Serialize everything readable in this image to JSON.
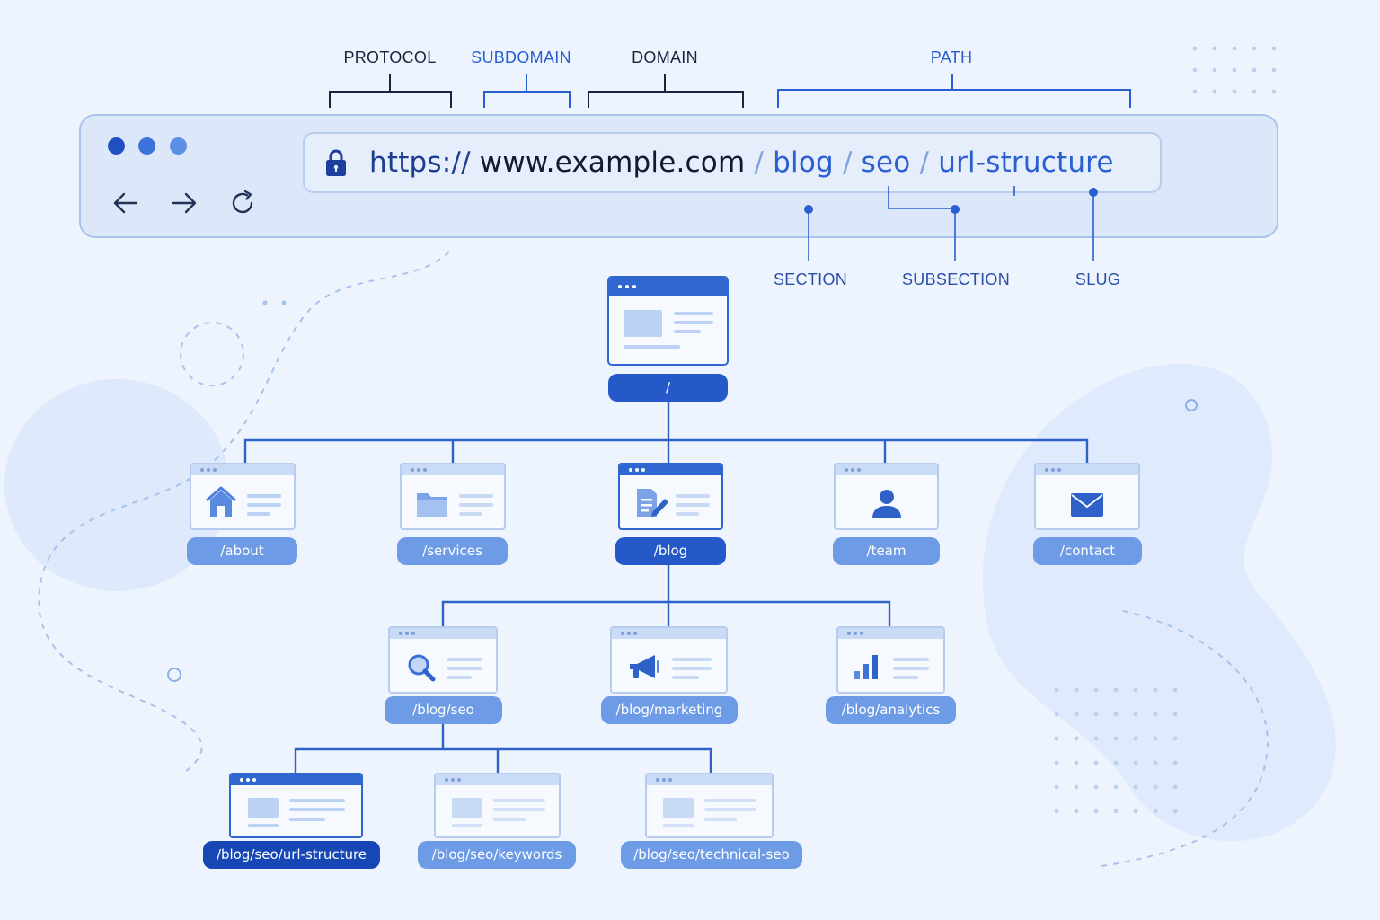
{
  "colors": {
    "background": "#eef4fd",
    "accent": "#2459c7",
    "accent_light": "#6e9be6",
    "line": "#2f62c8",
    "label_dark": "#1a2440",
    "label_blue": "#2a5fd0"
  },
  "url_parts": {
    "protocol": "PROTOCOL",
    "subdomain": "SUBDOMAIN",
    "domain": "DOMAIN",
    "path": "PATH",
    "section": "SECTION",
    "subsection": "SUBSECTION",
    "slug": "SLUG"
  },
  "browser": {
    "dots": [
      "#1f4fc0",
      "#3b73db",
      "#5b8fe6"
    ],
    "back_icon": "arrow-left-icon",
    "forward_icon": "arrow-right-icon",
    "reload_icon": "reload-icon",
    "lock_icon": "lock-icon",
    "url": {
      "protocol": "https://",
      "host": "www.example.com",
      "sep1": "/",
      "section": "blog",
      "sep2": "/",
      "subsection": "seo",
      "sep3": "/",
      "slug": "url-structure"
    }
  },
  "tree": {
    "root": {
      "label": "/",
      "icon": "page-layout-icon"
    },
    "level1": [
      {
        "label": "/about",
        "icon": "home-icon"
      },
      {
        "label": "/services",
        "icon": "folder-icon"
      },
      {
        "label": "/blog",
        "icon": "document-edit-icon"
      },
      {
        "label": "/team",
        "icon": "user-icon"
      },
      {
        "label": "/contact",
        "icon": "envelope-icon"
      }
    ],
    "level2": [
      {
        "label": "/blog/seo",
        "icon": "search-icon"
      },
      {
        "label": "/blog/marketing",
        "icon": "megaphone-icon"
      },
      {
        "label": "/blog/analytics",
        "icon": "bar-chart-icon"
      }
    ],
    "level3": [
      {
        "label": "/blog/seo/url-structure",
        "icon": "page-layout-icon"
      },
      {
        "label": "/blog/seo/keywords",
        "icon": "page-layout-icon"
      },
      {
        "label": "/blog/seo/technical-seo",
        "icon": "page-layout-icon"
      }
    ]
  }
}
